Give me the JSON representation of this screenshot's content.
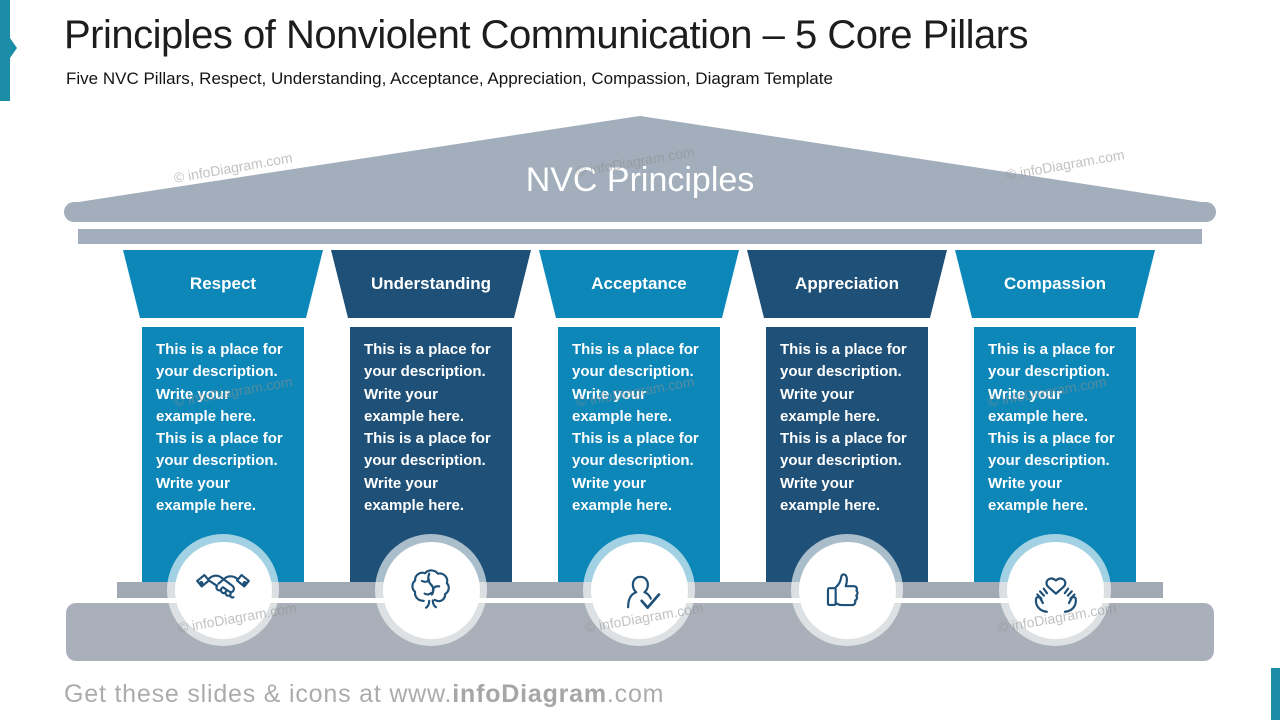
{
  "slide": {
    "title": "Principles of Nonviolent Communication – 5 Core Pillars",
    "subtitle": "Five NVC Pillars, Respect, Understanding, Acceptance, Appreciation, Compassion, Diagram Template",
    "roof_label": "NVC Principles",
    "watermark": "© infoDiagram.com",
    "footer": {
      "prefix": "Get these slides & icons at www.",
      "brand": "infoDiagram",
      "suffix": ".com"
    }
  },
  "pillars": [
    {
      "title": "Respect",
      "icon": "handshake-icon",
      "color": "#0D87B8",
      "description": "This is a place for\nyour description.\nWrite your\nexample here.\nThis is a place for\nyour description.\nWrite your\nexample here."
    },
    {
      "title": "Understanding",
      "icon": "brain-icon",
      "color": "#1F5178",
      "description": "This is a place for\nyour description.\nWrite your\nexample here.\nThis is a place for\nyour description.\nWrite your\nexample here."
    },
    {
      "title": "Acceptance",
      "icon": "person-check-icon",
      "color": "#0D87B8",
      "description": "This is a place for\nyour description.\nWrite your\nexample here.\nThis is a place for\nyour description.\nWrite your\nexample here."
    },
    {
      "title": "Appreciation",
      "icon": "thumbs-up-icon",
      "color": "#1F5178",
      "description": "This is a place for\nyour description.\nWrite your\nexample here.\nThis is a place for\nyour description.\nWrite your\nexample here."
    },
    {
      "title": "Compassion",
      "icon": "heart-in-hands-icon",
      "color": "#0D87B8",
      "description": "This is a place for\nyour description.\nWrite your\nexample here.\nThis is a place for\nyour description.\nWrite your\nexample here."
    }
  ],
  "colors": {
    "accent_teal": "#1B8DA6",
    "pillar_light": "#0D87B8",
    "pillar_dark": "#1F5178",
    "structure_gray": "#A2AEBB",
    "stylobate_gray": "#A1AAB4",
    "platform_gray": "#A9B0B9",
    "icon_stroke": "#1F5178",
    "footer_gray": "#ACACAC"
  }
}
